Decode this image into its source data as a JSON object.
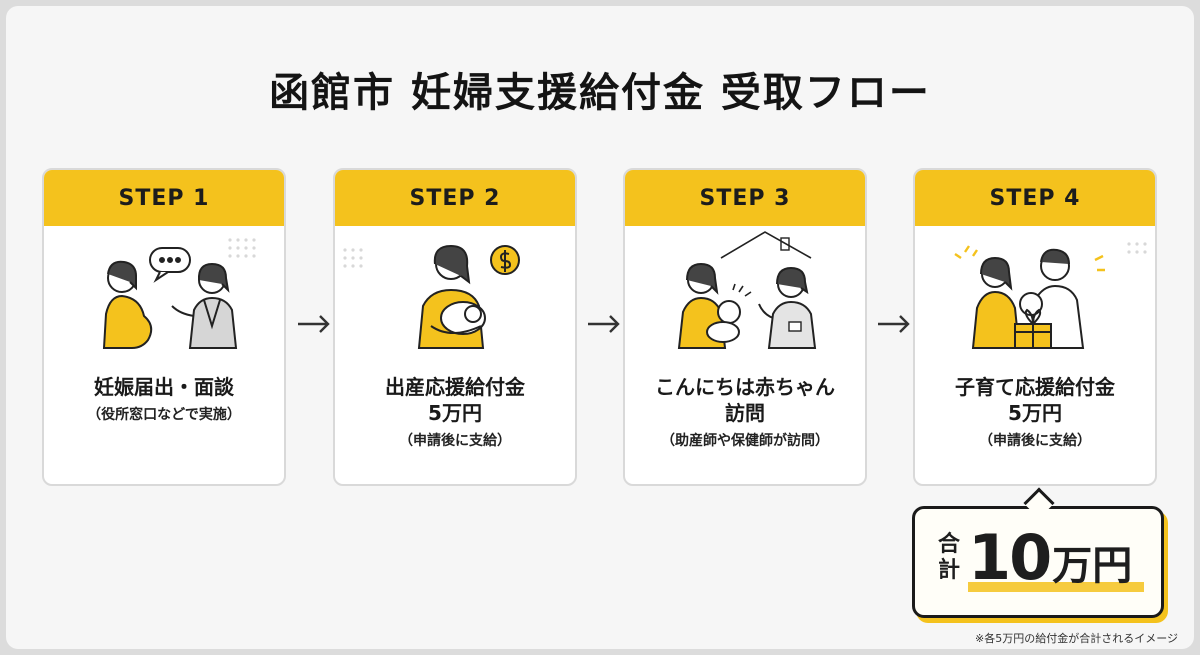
{
  "title": "函館市 妊婦支援給付金 受取フロー",
  "colors": {
    "accent": "#f4c21d",
    "card_border": "#d9d9d9",
    "text": "#1e1e1e"
  },
  "steps": [
    {
      "label": "STEP 1",
      "main": [
        "妊娠届出・面談"
      ],
      "sub": "（役所窓口などで実施）",
      "icon": "pregnant-woman-consultation-icon"
    },
    {
      "label": "STEP 2",
      "main": [
        "出産応援給付金",
        "5万円"
      ],
      "sub": "（申請後に支給）",
      "icon": "mother-baby-coin-icon"
    },
    {
      "label": "STEP 3",
      "main": [
        "こんにちは赤ちゃん",
        "訪問"
      ],
      "sub": "（助産師や保健師が訪問）",
      "icon": "home-visit-icon"
    },
    {
      "label": "STEP 4",
      "main": [
        "子育て応援給付金",
        "5万円"
      ],
      "sub": "（申請後に支給）",
      "icon": "family-gift-icon"
    }
  ],
  "total": {
    "label_1": "合",
    "label_2": "計",
    "amount": "10",
    "unit": "万円"
  },
  "note": "※各5万円の給付金が合計されるイメージ"
}
